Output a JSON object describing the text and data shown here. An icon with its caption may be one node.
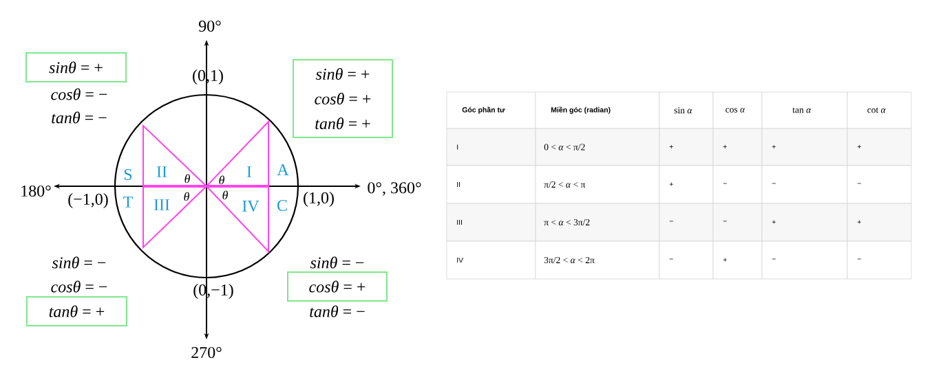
{
  "diagram": {
    "nodes": [
      {
        "text": [
          "*sinθ* = +"
        ]
      },
      {
        "text": [
          "*sinθ* = +",
          "*cosθ* = +",
          "*tanθ* = +"
        ]
      },
      {
        "text": [
          "*cosθ* = +"
        ]
      },
      {
        "text": [
          "*tanθ* = +"
        ]
      }
    ],
    "labels": [
      "90°",
      "(0,1)",
      "*cosθ* = −",
      "*tanθ* = −",
      "S",
      "II",
      "θ",
      "θ",
      "I",
      "A",
      "180°",
      "(−1,0)",
      "T",
      "III",
      "θ",
      "θ",
      "IV",
      "C",
      "(1,0)",
      "0°, 360°",
      "*sinθ* = −",
      "*sinθ* = −",
      "*cosθ* = −",
      "(0,−1)",
      "*tanθ* = −",
      "270°",
      "Góc phần tư",
      "Miền góc (radian)",
      "sin *α*",
      "cos *α*",
      "tan *α*",
      "cot *α*",
      "I",
      "0 < *α* < π/2",
      "+",
      "+",
      "+",
      "+",
      "II",
      "π/2 < *α* < π",
      "+",
      "−",
      "−",
      "−",
      "III",
      "π < *α* < 3π/2",
      "−",
      "−",
      "+",
      "+",
      "IV",
      "3π/2 < *α* < 2π",
      "−",
      "+",
      "−",
      "−"
    ]
  }
}
